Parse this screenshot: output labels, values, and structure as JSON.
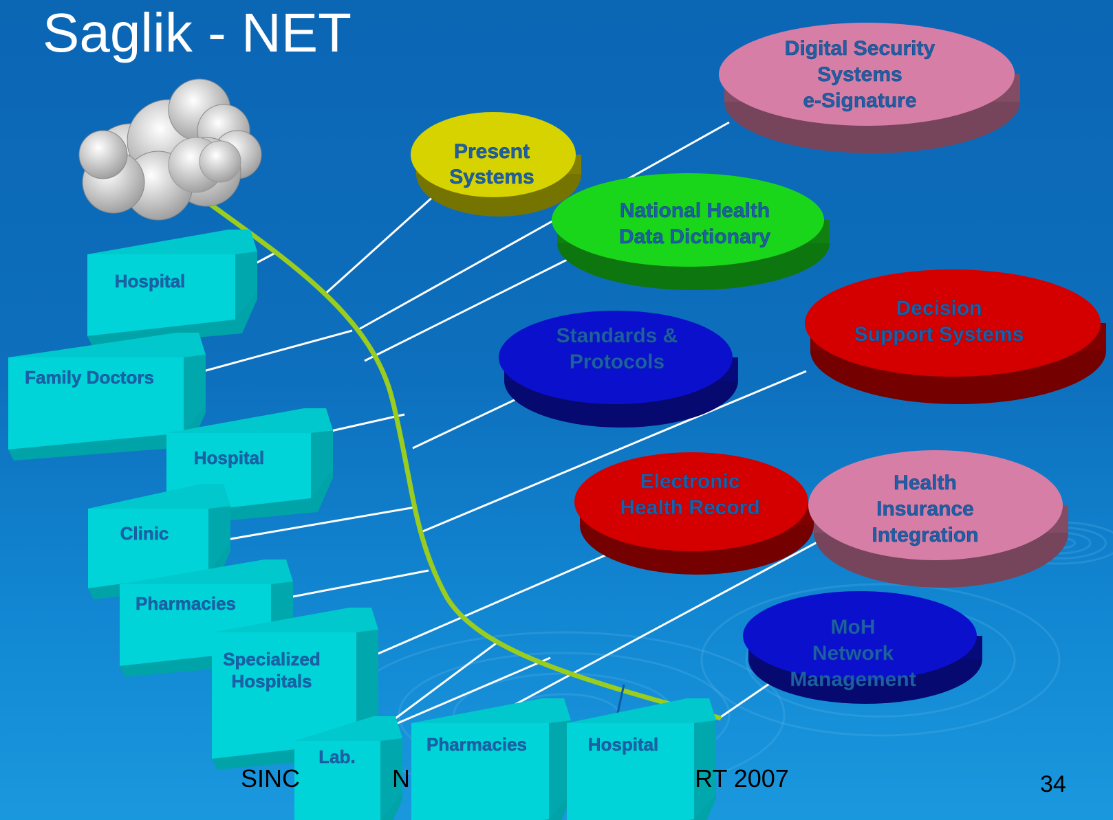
{
  "title": "Saglik - NET",
  "footer": {
    "left_fragment": "SINC",
    "middle_fragment": "N",
    "right_fragment": "RT 2007"
  },
  "page_number": "34",
  "colors": {
    "background": "#0d6fbd",
    "backbone": "#9acd1e",
    "box_front": "#00d4d8",
    "connector": "#ffffff",
    "label_text": "#1f5fa8"
  },
  "cloud_icon": "cloud-icon",
  "endpoints": [
    {
      "id": "hospital-1",
      "lines": [
        "Hospital"
      ]
    },
    {
      "id": "family-doctors",
      "lines": [
        "Family Doctors"
      ]
    },
    {
      "id": "hospital-2",
      "lines": [
        "Hospital"
      ]
    },
    {
      "id": "clinic",
      "lines": [
        "Clinic"
      ]
    },
    {
      "id": "pharmacies-1",
      "lines": [
        "Pharmacies"
      ]
    },
    {
      "id": "specialized-hospitals",
      "lines": [
        "Specialized",
        "Hospitals"
      ]
    },
    {
      "id": "lab",
      "lines": [
        "Lab."
      ]
    },
    {
      "id": "pharmacies-2",
      "lines": [
        "Pharmacies"
      ]
    },
    {
      "id": "hospital-3",
      "lines": [
        "Hospital"
      ]
    }
  ],
  "services": [
    {
      "id": "present-systems",
      "color": "#d6d300",
      "lines": [
        "Present",
        "Systems"
      ]
    },
    {
      "id": "digital-security",
      "color": "#d77ea6",
      "lines": [
        "Digital Security",
        "Systems",
        "e-Signature"
      ]
    },
    {
      "id": "national-health-data-dictionary",
      "color": "#1ad61a",
      "lines": [
        "National Health",
        "Data Dictionary"
      ]
    },
    {
      "id": "standards-protocols",
      "color": "#0b10cc",
      "lines": [
        "Standards &",
        "Protocols"
      ]
    },
    {
      "id": "decision-support",
      "color": "#d40000",
      "lines": [
        "Decision",
        "Support Systems"
      ]
    },
    {
      "id": "electronic-health-record",
      "color": "#d40000",
      "lines": [
        "Electronic",
        "Health Record"
      ]
    },
    {
      "id": "health-insurance-integration",
      "color": "#d77ea6",
      "lines": [
        "Health",
        "Insurance",
        "Integration"
      ]
    },
    {
      "id": "moh-network-management",
      "color": "#0b10cc",
      "lines": [
        "MoH",
        "Network",
        "Management"
      ]
    }
  ]
}
